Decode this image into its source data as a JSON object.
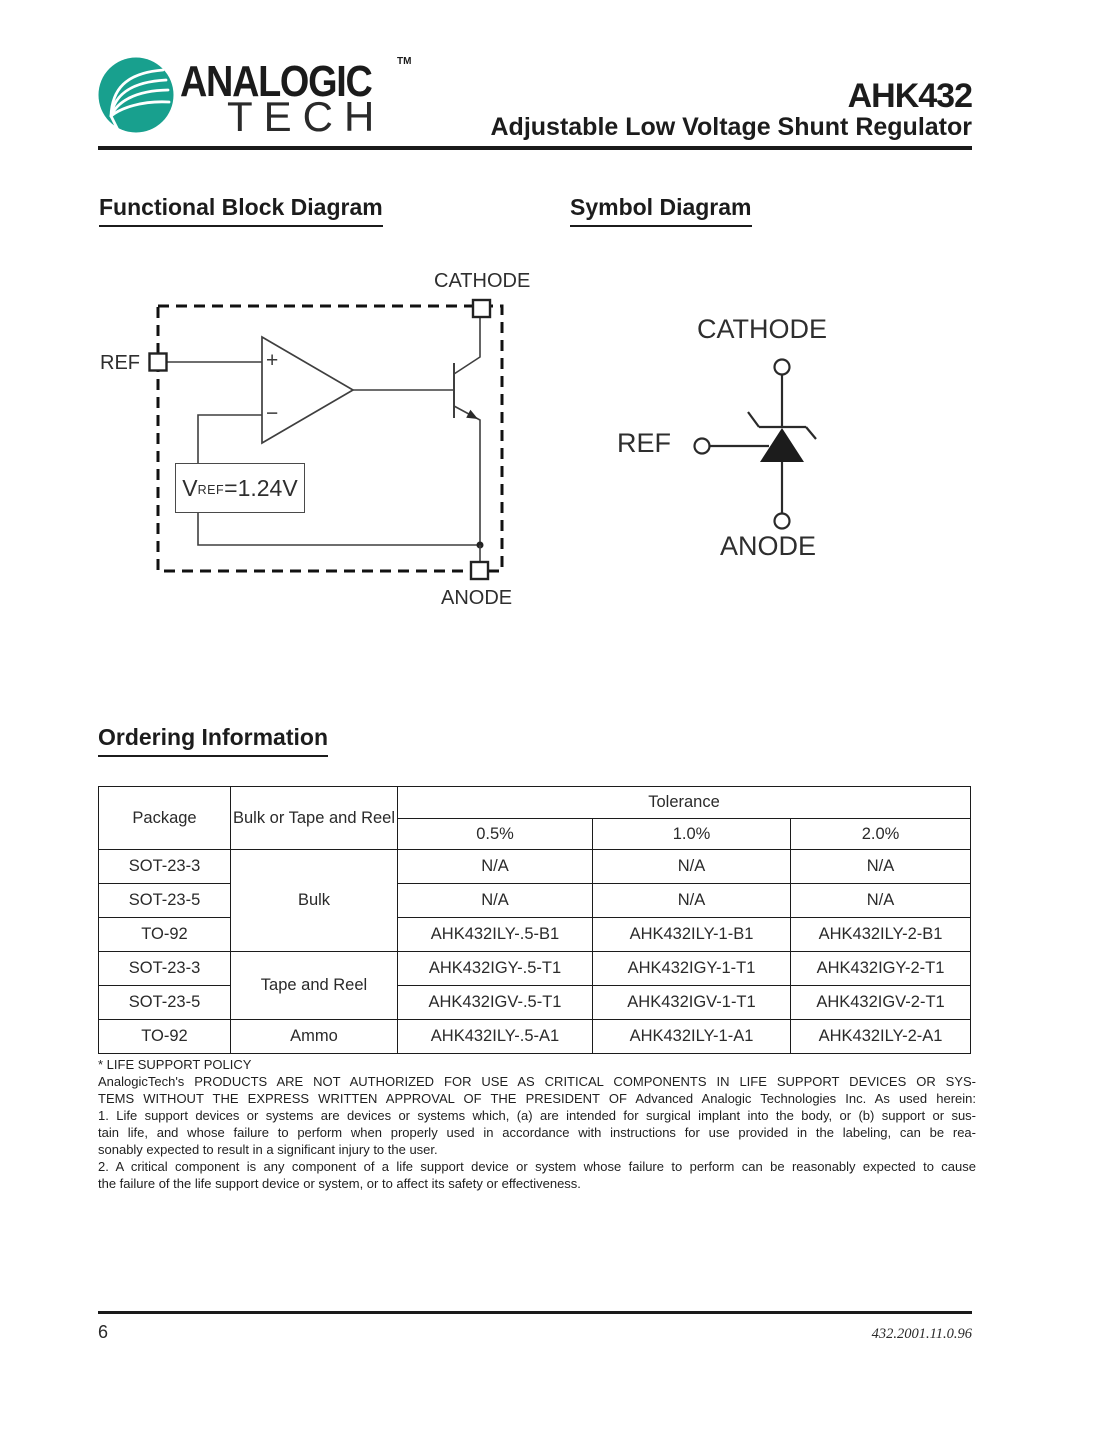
{
  "header": {
    "brand_top": "ANALOGIC",
    "brand_tm": "TM",
    "brand_bottom": "TECH",
    "part_number": "AHK432",
    "subtitle": "Adjustable Low Voltage Shunt Regulator",
    "logo_color": "#18A08E"
  },
  "sections": {
    "functional": "Functional Block Diagram",
    "symbol": "Symbol Diagram",
    "ordering": "Ordering Information"
  },
  "functional_diagram": {
    "cathode_label": "CATHODE",
    "ref_label": "REF",
    "anode_label": "ANODE",
    "opamp_plus": "+",
    "opamp_minus": "−",
    "vref": {
      "v": "V",
      "sub": "REF",
      "value": "=1.24V"
    }
  },
  "symbol_diagram": {
    "cathode_label": "CATHODE",
    "ref_label": "REF",
    "anode_label": "ANODE"
  },
  "ordering": {
    "headers": {
      "package": "Package",
      "method": "Bulk or Tape and Reel",
      "tolerance": "Tolerance",
      "tol_values": [
        "0.5%",
        "1.0%",
        "2.0%"
      ]
    },
    "rows": [
      {
        "package": "SOT-23-3",
        "method": "Bulk",
        "cells": [
          "N/A",
          "N/A",
          "N/A"
        ]
      },
      {
        "package": "SOT-23-5",
        "cells": [
          "N/A",
          "N/A",
          "N/A"
        ]
      },
      {
        "package": "TO-92",
        "cells": [
          "AHK432ILY-.5-B1",
          "AHK432ILY-1-B1",
          "AHK432ILY-2-B1"
        ]
      },
      {
        "package": "SOT-23-3",
        "method": "Tape and Reel",
        "cells": [
          "AHK432IGY-.5-T1",
          "AHK432IGY-1-T1",
          "AHK432IGY-2-T1"
        ]
      },
      {
        "package": "SOT-23-5",
        "cells": [
          "AHK432IGV-.5-T1",
          "AHK432IGV-1-T1",
          "AHK432IGV-2-T1"
        ]
      },
      {
        "package": "TO-92",
        "method": "Ammo",
        "cells": [
          "AHK432ILY-.5-A1",
          "AHK432ILY-1-A1",
          "AHK432ILY-2-A1"
        ]
      }
    ]
  },
  "policy": {
    "lines": [
      "* LIFE SUPPORT POLICY",
      "AnalogicTech's PRODUCTS ARE NOT AUTHORIZED FOR USE AS CRITICAL COMPONENTS IN LIFE SUPPORT DEVICES OR SYS-",
      "TEMS WITHOUT THE EXPRESS WRITTEN APPROVAL OF THE PRESIDENT OF Advanced Analogic Technologies Inc.  As used herein:",
      "1. Life support devices or systems are devices or systems which, (a) are intended for surgical implant into the body, or (b) support or sus-",
      "tain life, and whose failure to perform when properly used in accordance with instructions for use provided in the labeling, can be rea-",
      "sonably expected to result in a significant injury to the user.",
      "2. A critical component is any component of a life support device or system whose failure to perform can be reasonably expected to cause",
      "the failure of the life support device or system, or to affect its safety or effectiveness."
    ]
  },
  "footer": {
    "page_number": "6",
    "doc_code": "432.2001.11.0.96"
  }
}
